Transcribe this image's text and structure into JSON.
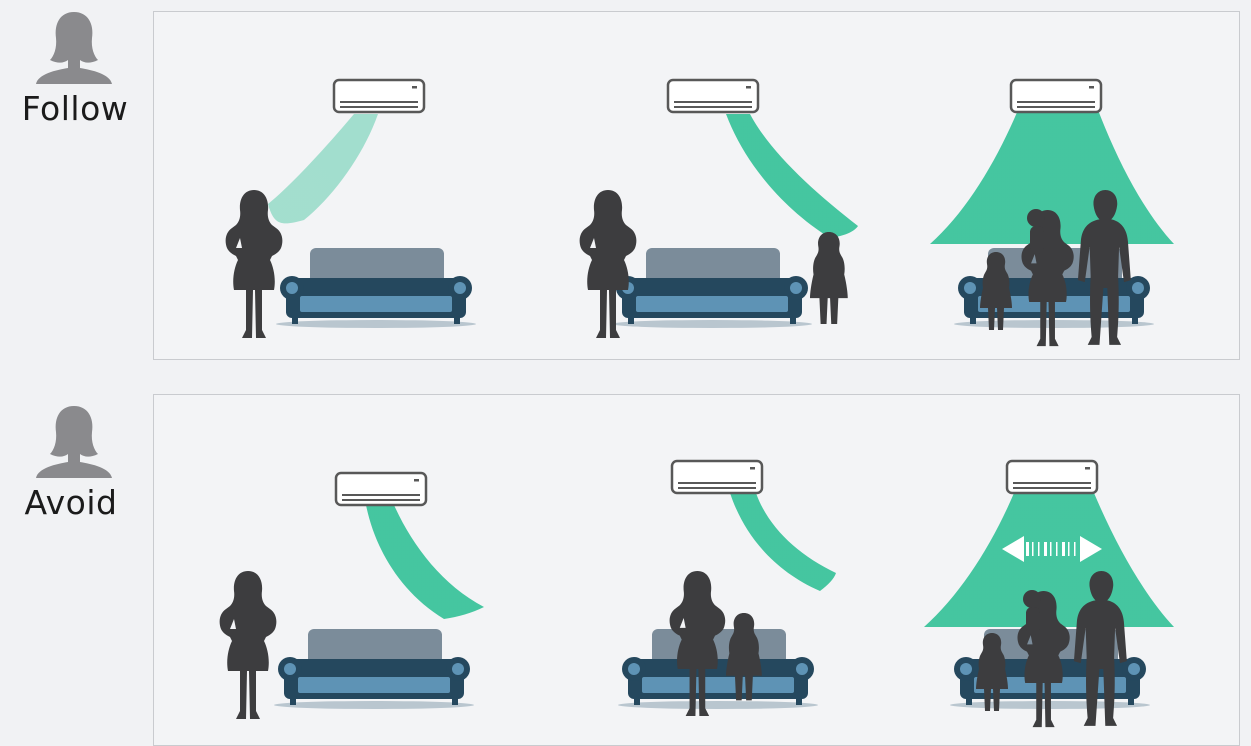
{
  "rows": [
    {
      "label": "Follow",
      "mode": "follow",
      "icon": "person-avatar-icon"
    },
    {
      "label": "Avoid",
      "mode": "avoid",
      "icon": "person-avatar-icon"
    }
  ],
  "colors": {
    "airflow": "#3cc39b",
    "silhouette": "#3d3d3f",
    "avatar": "#8a8a8d",
    "sofa_back": "#7b8c9a",
    "sofa_seat": "#5e93b5",
    "sofa_frame": "#25485e",
    "ac_unit": "#585858",
    "panel_border": "#c9cbcf"
  }
}
